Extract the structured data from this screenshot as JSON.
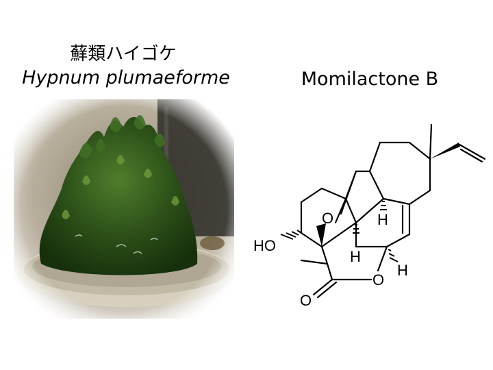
{
  "specimen": {
    "common_name_jp": "蘚類ハイゴケ",
    "scientific_name": "Hypnum plumaeforme"
  },
  "compound": {
    "name": "Momilactone B",
    "atoms": {
      "O_bridge": "O",
      "H_1": "H",
      "HO": "HO",
      "H_2": "H",
      "O_lactone": "O",
      "H_3": "H",
      "O_carbonyl": "O"
    }
  },
  "colors": {
    "moss_dark": "#1f3d12",
    "moss_mid": "#3f6e24",
    "moss_light": "#6f9a3c",
    "glass": "#cfc7b6"
  }
}
